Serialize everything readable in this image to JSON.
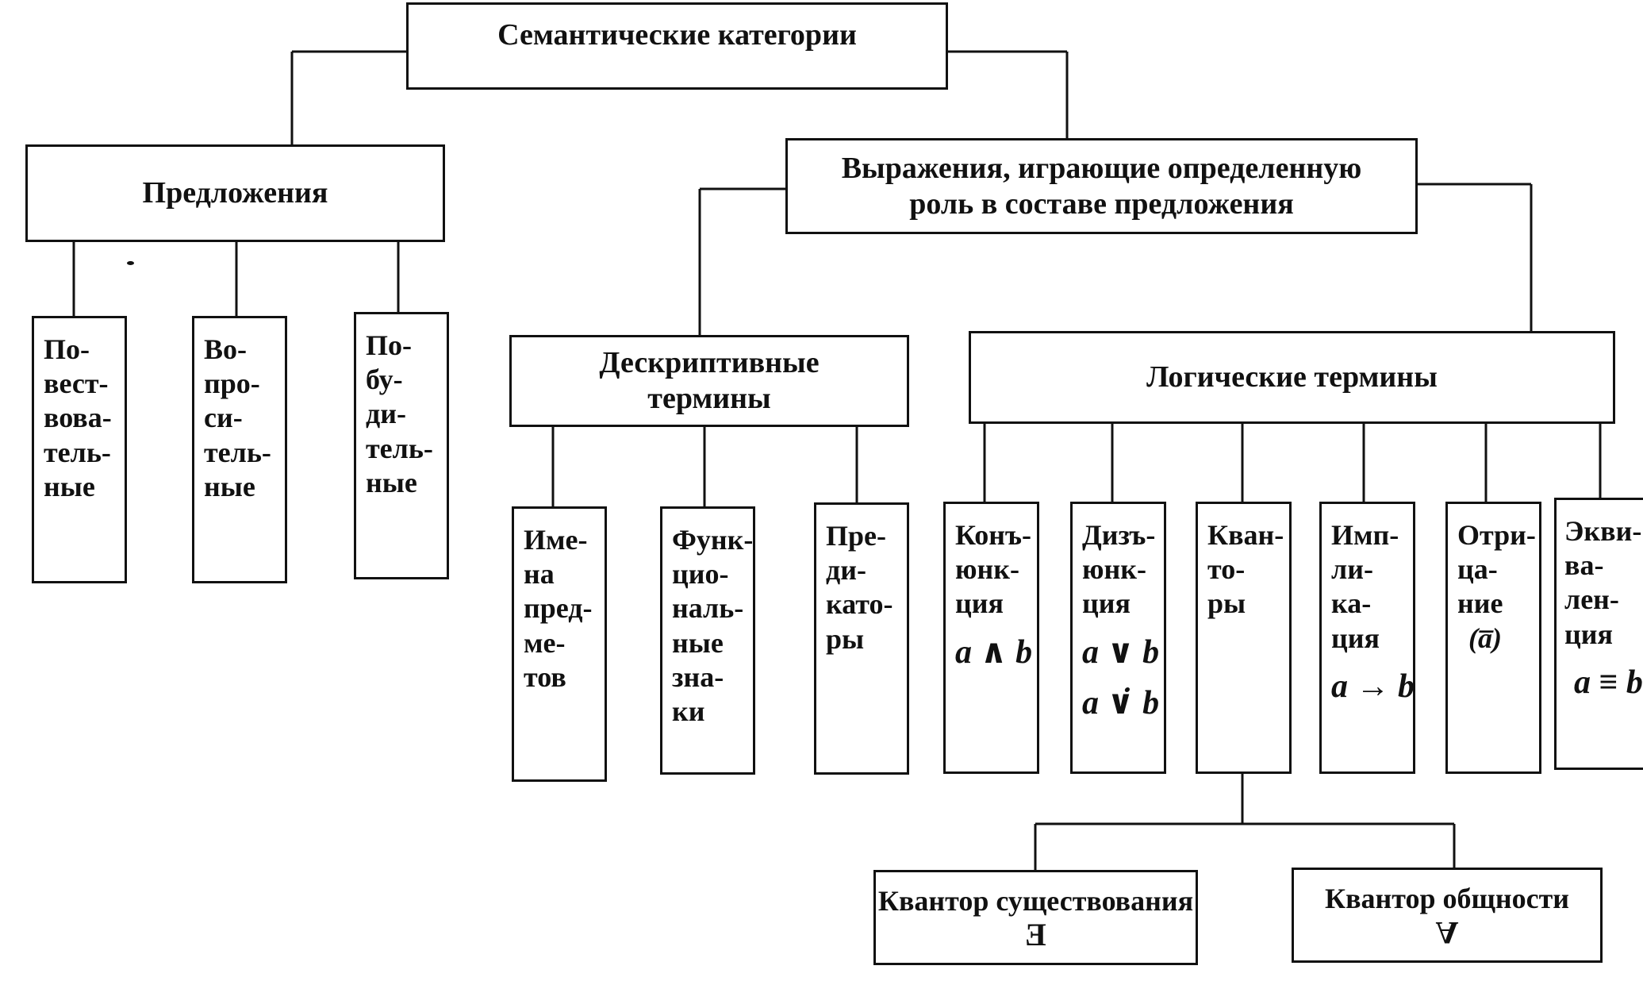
{
  "diagram": {
    "root": "Семантические категории",
    "sentences": "Предложения",
    "expressions": [
      "Выражения, играющие определенную",
      "роль в составе предложения"
    ],
    "sentence_types": [
      [
        "По-",
        "вест-",
        "вова-",
        "тель-",
        "ные"
      ],
      [
        "Во-",
        "про-",
        "си-",
        "тель-",
        "ные"
      ],
      [
        "По-",
        "бу-",
        "ди-",
        "тель-",
        "ные"
      ]
    ],
    "descriptive": [
      "Дескриптивные",
      "термины"
    ],
    "logical": "Логические термины",
    "descriptive_types": [
      [
        "Име-",
        "на",
        "пред-",
        "ме-",
        "тов"
      ],
      [
        "Функ-",
        "цио-",
        "наль-",
        "ные",
        "зна-",
        "ки"
      ],
      [
        "Пре-",
        "ди-",
        "като-",
        "ры"
      ]
    ],
    "logical_types": [
      {
        "lines": [
          "Конъ-",
          "юнк-",
          "ция"
        ],
        "formulas": [
          "a ∧ b"
        ]
      },
      {
        "lines": [
          "Дизъ-",
          "юнк-",
          "ция"
        ],
        "formulas": [
          "a ∨ b",
          "a ∨̇ b"
        ]
      },
      {
        "lines": [
          "Кван-",
          "то-",
          "ры"
        ],
        "formulas": []
      },
      {
        "lines": [
          "Имп-",
          "ли-",
          "ка-",
          "ция"
        ],
        "formulas": [
          "a → b"
        ]
      },
      {
        "lines": [
          "Отри-",
          "ца-",
          "ние",
          "(a̅)"
        ],
        "formulas": []
      },
      {
        "lines": [
          "Экви-",
          "ва-",
          "лен-",
          "ция"
        ],
        "formulas": [
          "a ≡ b"
        ]
      }
    ],
    "quantifiers": [
      {
        "label": "Квантор существования",
        "symbol": "E"
      },
      {
        "label": "Квантор общности",
        "symbol": "A"
      }
    ]
  }
}
